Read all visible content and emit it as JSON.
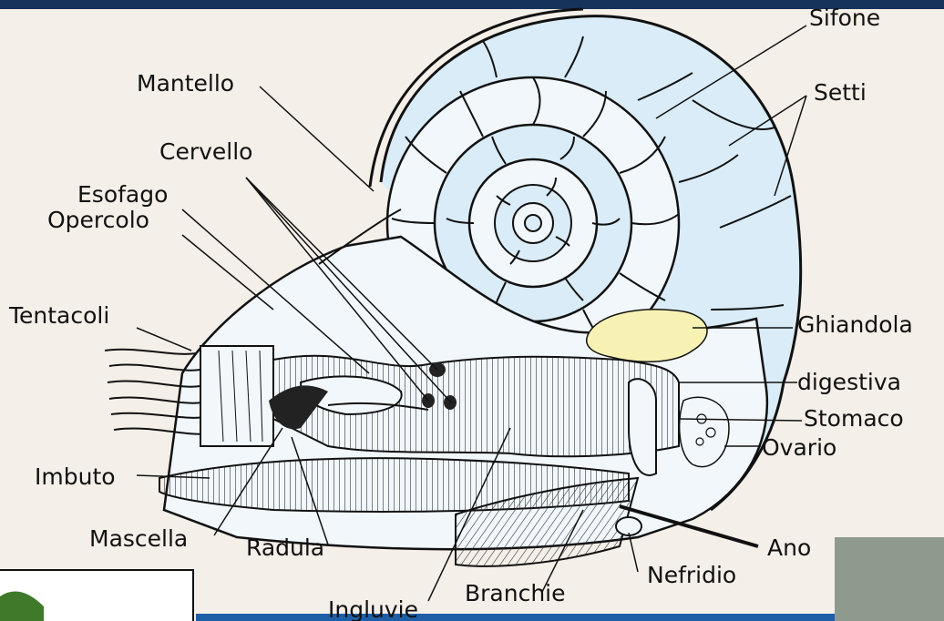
{
  "colors": {
    "background": "#16335c",
    "paper": "#f5efe9",
    "shell_fill": "#d9ecf7",
    "digestive_gland": "#f7f2b4",
    "ink": "#111111"
  },
  "diagram": {
    "subject": "nautilus anatomy",
    "labels": {
      "sifone": "Sifone",
      "setti": "Setti",
      "mantello": "Mantello",
      "cervello": "Cervello",
      "esofago": "Esofago",
      "opercolo": "Opercolo",
      "tentacoli": "Tentacoli",
      "ghiandola": "Ghiandola",
      "digestiva": "digestiva",
      "stomaco": "Stomaco",
      "ovario": "Ovario",
      "imbuto": "Imbuto",
      "mascella": "Mascella",
      "radula": "Radula",
      "ano": "Ano",
      "nefridio": "Nefridio",
      "branchie": "Branchie",
      "ingluvie": "Ingluvie"
    }
  }
}
